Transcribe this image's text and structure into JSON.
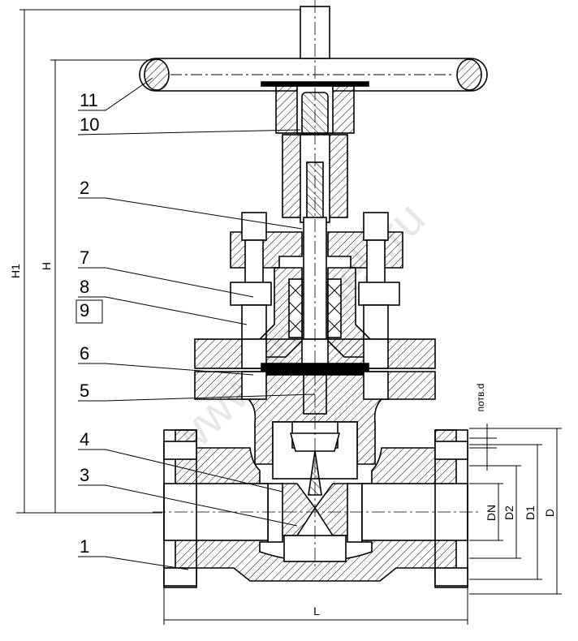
{
  "watermark": "www.armatek.ru",
  "parts": [
    "11",
    "10",
    "2",
    "7",
    "8",
    "9",
    "6",
    "5",
    "4",
    "3",
    "1"
  ],
  "dimensions": {
    "h1": "H1",
    "h": "H",
    "l": "L",
    "dn": "DN",
    "d2": "D2",
    "d1": "D1",
    "d": "D",
    "holes": "потв.d"
  },
  "colors": {
    "line": "#000000",
    "hatch": "#000000",
    "watermark": "#e6e6e6"
  }
}
